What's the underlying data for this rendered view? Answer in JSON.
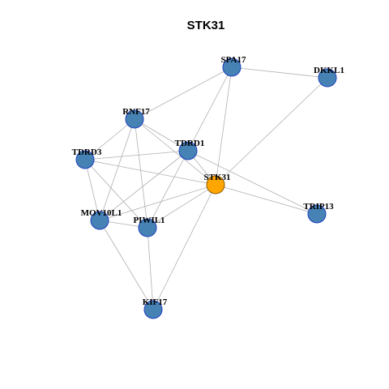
{
  "title": "STK31",
  "colors": {
    "node_fill": "#4682b4",
    "node_stroke": "#1f3fbf",
    "center_fill": "#ffa500",
    "center_stroke": "#8b5a00",
    "edge": "#b0b0b0"
  },
  "nodes": [
    {
      "id": "SPA17",
      "label": "SPA17"
    },
    {
      "id": "DKKL1",
      "label": "DKKL1"
    },
    {
      "id": "RNF17",
      "label": "RNF17"
    },
    {
      "id": "TDRD1",
      "label": "TDRD1"
    },
    {
      "id": "TDRD3",
      "label": "TDRD3"
    },
    {
      "id": "STK31",
      "label": "STK31",
      "center": true
    },
    {
      "id": "TRIP13",
      "label": "TRIP13"
    },
    {
      "id": "MOV10L1",
      "label": "MOV10L1"
    },
    {
      "id": "PIWIL1",
      "label": "PIWIL1"
    },
    {
      "id": "KIF17",
      "label": "KIF17"
    }
  ],
  "edges": [
    [
      "SPA17",
      "DKKL1"
    ],
    [
      "SPA17",
      "RNF17"
    ],
    [
      "SPA17",
      "TDRD1"
    ],
    [
      "SPA17",
      "STK31"
    ],
    [
      "DKKL1",
      "STK31"
    ],
    [
      "RNF17",
      "TDRD3"
    ],
    [
      "RNF17",
      "TDRD1"
    ],
    [
      "RNF17",
      "STK31"
    ],
    [
      "RNF17",
      "MOV10L1"
    ],
    [
      "RNF17",
      "PIWIL1"
    ],
    [
      "TDRD3",
      "TDRD1"
    ],
    [
      "TDRD3",
      "STK31"
    ],
    [
      "TDRD3",
      "MOV10L1"
    ],
    [
      "TDRD3",
      "PIWIL1"
    ],
    [
      "TDRD1",
      "STK31"
    ],
    [
      "TDRD1",
      "MOV10L1"
    ],
    [
      "TDRD1",
      "PIWIL1"
    ],
    [
      "TDRD1",
      "TRIP13"
    ],
    [
      "STK31",
      "TRIP13"
    ],
    [
      "STK31",
      "MOV10L1"
    ],
    [
      "STK31",
      "PIWIL1"
    ],
    [
      "STK31",
      "KIF17"
    ],
    [
      "MOV10L1",
      "PIWIL1"
    ],
    [
      "MOV10L1",
      "KIF17"
    ],
    [
      "PIWIL1",
      "KIF17"
    ]
  ]
}
